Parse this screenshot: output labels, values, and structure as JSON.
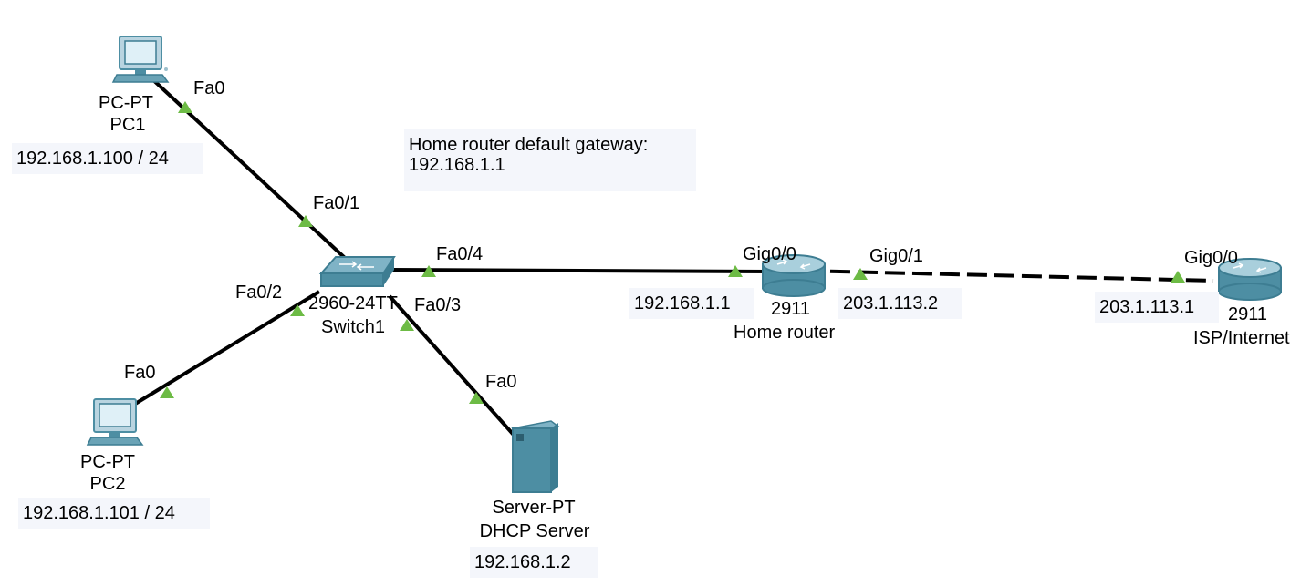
{
  "canvas": {
    "background": "#ffffff"
  },
  "colors": {
    "link": "#000000",
    "port_marker": "#6dbb45",
    "note_background": "#f4f6fb",
    "device_teal": "#4d8ea3"
  },
  "devices": {
    "pc1": {
      "model": "PC-PT",
      "name": "PC1",
      "ip_note": "192.168.1.100 / 24",
      "icon": "pc-icon"
    },
    "pc2": {
      "model": "PC-PT",
      "name": "PC2",
      "ip_note": "192.168.1.101 / 24",
      "icon": "pc-icon"
    },
    "switch": {
      "model": "2960-24TT",
      "name": "Switch1",
      "icon": "switch-icon"
    },
    "server": {
      "model": "Server-PT",
      "name": "DHCP Server",
      "ip_note": "192.168.1.2",
      "icon": "server-icon"
    },
    "home_router": {
      "model": "2911",
      "name": "Home router",
      "icon": "router-icon"
    },
    "isp_router": {
      "model": "2911",
      "name": "ISP/Internet",
      "icon": "router-icon"
    }
  },
  "ports": {
    "pc1_fa0": "Fa0",
    "sw_fa0_1": "Fa0/1",
    "sw_fa0_2": "Fa0/2",
    "pc2_fa0": "Fa0",
    "sw_fa0_3": "Fa0/3",
    "server_fa0": "Fa0",
    "sw_fa0_4": "Fa0/4",
    "home_gig0_0": "Gig0/0",
    "home_gig0_1": "Gig0/1",
    "isp_gig0_0": "Gig0/0"
  },
  "notes": {
    "gateway": "Home router default gateway:\n192.168.1.1",
    "home_lan_ip": "192.168.1.1",
    "home_wan_ip": "203.1.113.2",
    "isp_ip": "203.1.113.1"
  },
  "links": [
    {
      "from": "PC1 Fa0",
      "to": "Switch1 Fa0/1",
      "style": "solid"
    },
    {
      "from": "PC2 Fa0",
      "to": "Switch1 Fa0/2",
      "style": "solid"
    },
    {
      "from": "DHCP Server Fa0",
      "to": "Switch1 Fa0/3",
      "style": "solid"
    },
    {
      "from": "Home router Gig0/0",
      "to": "Switch1 Fa0/4",
      "style": "solid"
    },
    {
      "from": "Home router Gig0/1",
      "to": "ISP/Internet Gig0/0",
      "style": "dashed"
    }
  ]
}
